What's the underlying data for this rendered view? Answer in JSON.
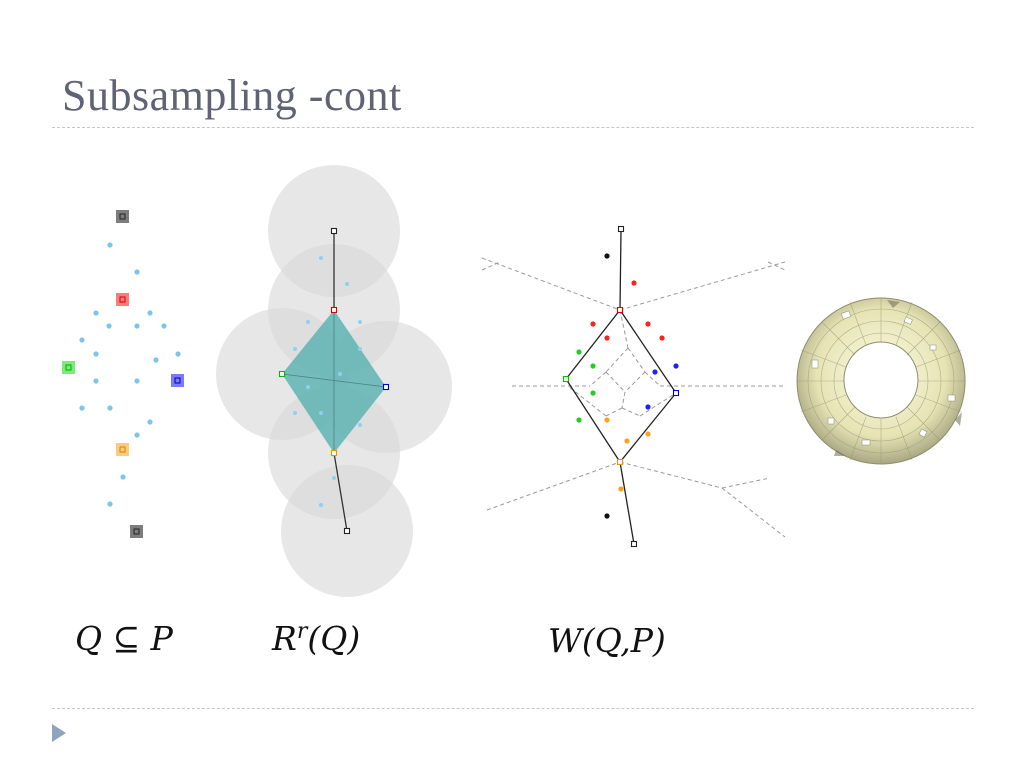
{
  "slide": {
    "title": "Subsampling -cont"
  },
  "labels": {
    "subset": "Q ⊆ P",
    "rips": "R^r(Q)",
    "witness": "W(Q,P)"
  },
  "colors": {
    "title": "#5f6375",
    "rule": "#c3c6cc",
    "bullet": "#8fa4bd",
    "point_blue": "#7ec5ea",
    "red": "#ff3b3b",
    "green": "#3ddc3d",
    "blue": "#3b3bff",
    "orange": "#ffad2a",
    "gray_landmark": "#6f6f6f",
    "ball": "#d9d9d9",
    "teal": "#5fb3b3",
    "torus": "#e8e6b8"
  }
}
